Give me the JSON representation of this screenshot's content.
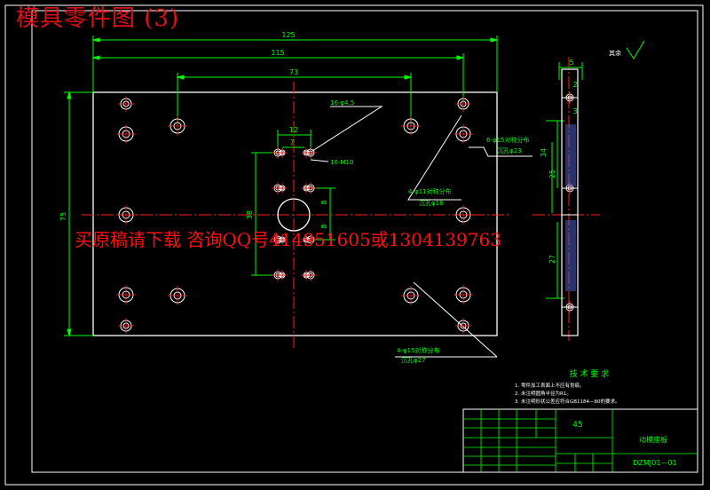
{
  "title_overlay": "模具零件图 (3)",
  "watermark": "买原稿请下载 咨询QQ号414951605或1304139763",
  "colors": {
    "background": "#000000",
    "outline": "#ffffff",
    "dimension": "#00ff00",
    "centerline": "#ff2020",
    "leader": "#ffffff",
    "text_yellow": "#ffff00",
    "overlay_red": "#e0101a"
  },
  "dimensions": {
    "overall_width": "125",
    "plate_width": "115",
    "hole_spacing": "73",
    "height": "75",
    "side_thickness": "5",
    "side_a": "2",
    "side_b": "3",
    "side_c": "25",
    "side_d": "27",
    "side_e": "34",
    "inner_12": "12",
    "inner_7": "7",
    "inner_8a": "8",
    "inner_8b": "8",
    "inner_38": "38"
  },
  "callouts": {
    "threaded_holes": "16-M10",
    "small_holes": "16-φ4.5",
    "cbore_23": "6-φ15对称分布",
    "cbore_23_depth": "沉孔φ23",
    "cbore_16": "4-φ11对称分布",
    "cbore_16_depth": "沉孔φ16",
    "cbore_27": "4-φ15对称分布",
    "cbore_27_depth": "沉孔φ27",
    "roughness": "其余"
  },
  "tech_requirements": {
    "heading": "技 术 要 求",
    "items": [
      "1. 零件加工表面上不应有划痕。",
      "2. 未注明圆角半径为R1。",
      "3. 未注明形状公差应符合GB1184—80的要求。"
    ]
  },
  "title_block": {
    "material": "45",
    "part_name": "动模座板",
    "drawing_number": "DZMJ01—01"
  }
}
